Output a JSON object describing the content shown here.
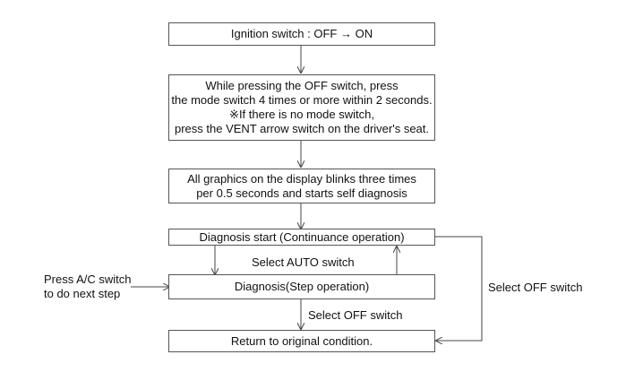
{
  "boxes": {
    "ignition": {
      "line1": "Ignition switch : OFF → ON"
    },
    "pressing": {
      "line1": "While pressing the OFF switch, press",
      "line2": "the mode switch 4 times or more within 2 seconds.",
      "line3": "※If there is no mode switch,",
      "line4": "press the VENT arrow switch on the driver's seat."
    },
    "graphics": {
      "line1": "All graphics on the display blinks three times",
      "line2": "per 0.5 seconds and starts self diagnosis"
    },
    "diag_start": {
      "line1": "Diagnosis start (Continuance operation)"
    },
    "diag_step": {
      "line1": "Diagnosis(Step operation)"
    },
    "return": {
      "line1": "Return to original condition."
    }
  },
  "labels": {
    "select_auto": "Select AUTO switch",
    "press_ac_1": "Press A/C switch",
    "press_ac_2": "to do next step",
    "select_off_right": "Select OFF switch",
    "select_off_bottom": "Select OFF switch"
  }
}
